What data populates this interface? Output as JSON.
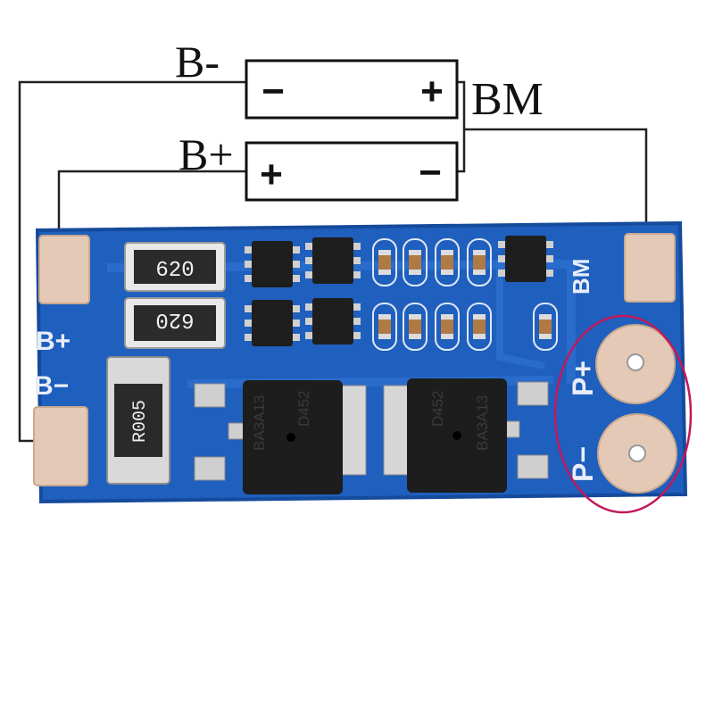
{
  "labels": {
    "b_minus": "B-",
    "b_plus": "B+",
    "bm": "BM"
  },
  "batteries": [
    {
      "left_sign": "−",
      "right_sign": "+"
    },
    {
      "left_sign": "+",
      "right_sign": "−"
    }
  ],
  "board": {
    "silk_b_plus": "B+",
    "silk_b_minus": "B−",
    "silk_bm": "BM",
    "silk_p_plus": "P+",
    "silk_p_minus": "P−",
    "resistor_top": "620",
    "resistor_bottom": "620",
    "shunt": "R005",
    "mosfet_left_line1": "D452",
    "mosfet_left_line2": "BA3A13",
    "mosfet_right_line1": "D452",
    "mosfet_right_line2": "BA3A13"
  },
  "colors": {
    "pcb": "#1f5fbd",
    "pcb_dark": "#154a9c",
    "pad": "#e4c9b6",
    "highlight": "#c2185b",
    "wire": "#222222"
  }
}
